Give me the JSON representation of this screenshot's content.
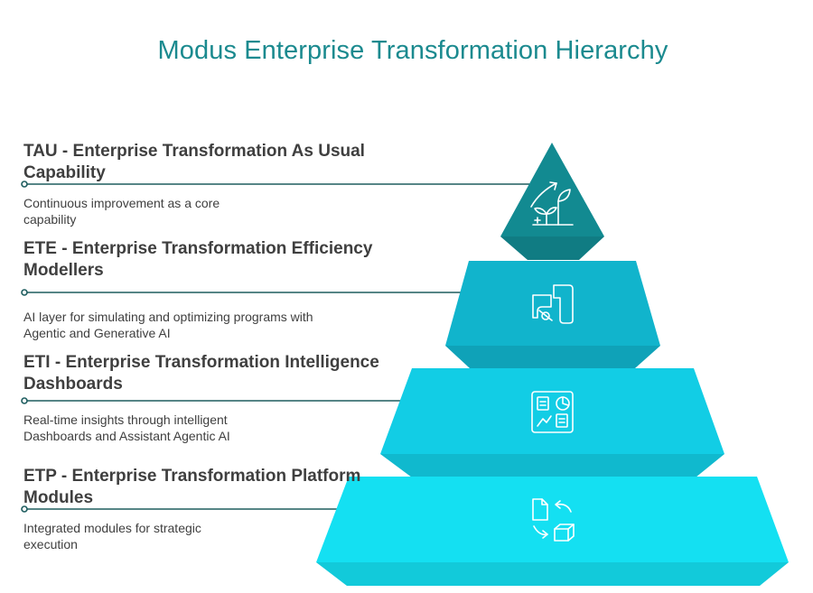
{
  "title": "Modus Enterprise Transformation Hierarchy",
  "colors": {
    "title": "#1b8a8f",
    "text": "#3f3f3f",
    "tier1": "#128a91",
    "tier2": "#11b4cc",
    "tier3": "#12cde5",
    "tier4": "#14e0f2"
  },
  "tiers": [
    {
      "heading": "TAU - Enterprise Transformation As Usual Capability",
      "description": "Continuous improvement as a core capability",
      "icon": "growth-plant-icon"
    },
    {
      "heading": "ETE - Enterprise Transformation Efficiency Modellers",
      "description": "AI layer for simulating and optimizing programs with Agentic and Generative AI",
      "icon": "modelling-pipes-icon"
    },
    {
      "heading": "ETI - Enterprise Transformation Intelligence Dashboards",
      "description": "Real-time insights through intelligent Dashboards and Assistant Agentic AI",
      "icon": "dashboard-icon"
    },
    {
      "heading": "ETP - Enterprise Transformation Platform Modules",
      "description": "Integrated modules for strategic execution",
      "icon": "modules-icon"
    }
  ]
}
